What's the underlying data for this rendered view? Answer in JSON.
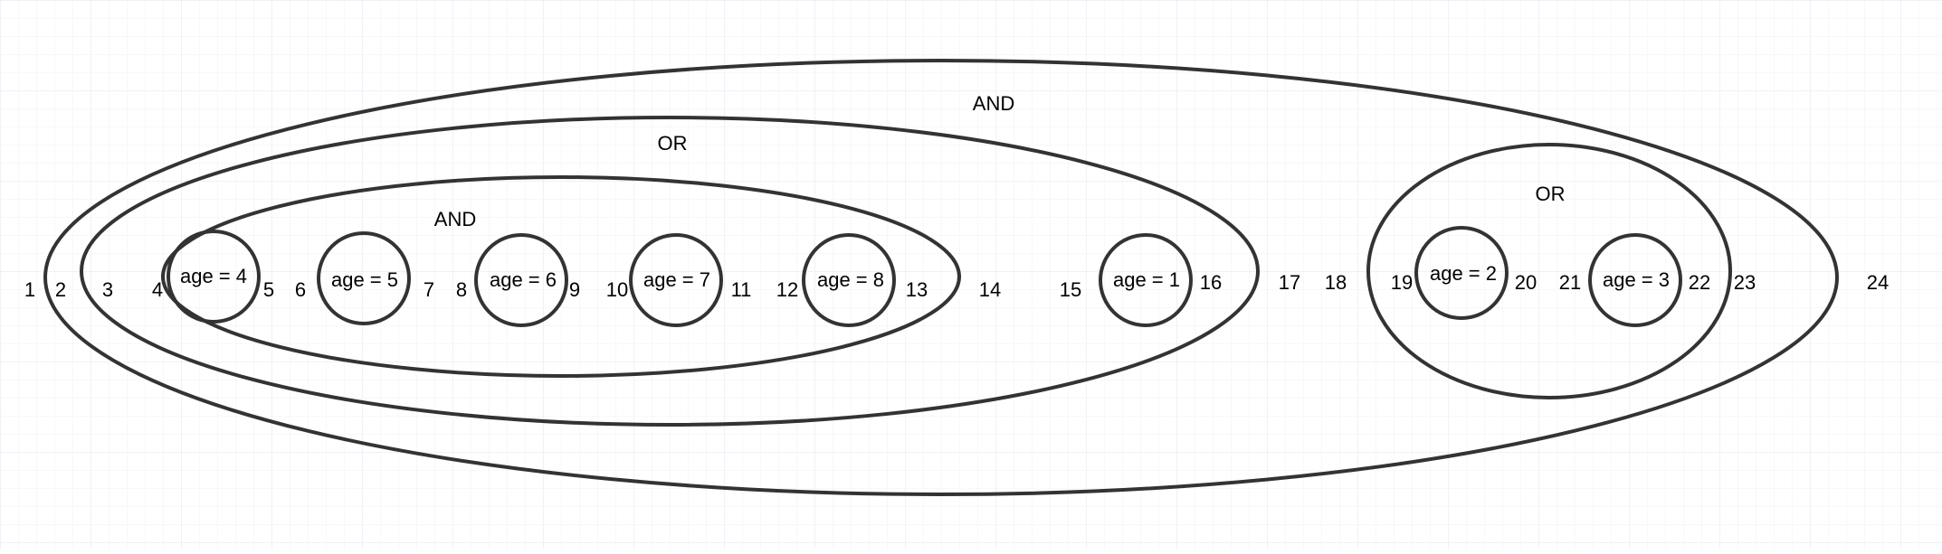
{
  "colors": {
    "background": "#ffffff",
    "grid": "#e6e9f2",
    "stroke": "#333333",
    "text": "#000000"
  },
  "groups": {
    "outer_and": "AND",
    "left_or": "OR",
    "inner_and": "AND",
    "right_or": "OR"
  },
  "conditions": {
    "c1": "age = 4",
    "c2": "age = 5",
    "c3": "age = 6",
    "c4": "age = 7",
    "c5": "age = 8",
    "c6": "age = 1",
    "c7": "age = 2",
    "c8": "age = 3"
  },
  "markers": [
    "1",
    "2",
    "3",
    "4",
    "5",
    "6",
    "7",
    "8",
    "9",
    "10",
    "11",
    "12",
    "13",
    "14",
    "15",
    "16",
    "17",
    "18",
    "19",
    "20",
    "21",
    "22",
    "23",
    "24"
  ]
}
